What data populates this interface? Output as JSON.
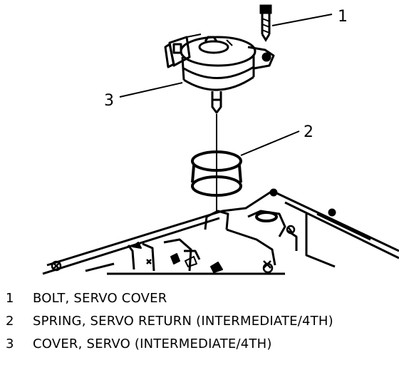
{
  "callouts": {
    "c1": "1",
    "c2": "2",
    "c3": "3"
  },
  "legend": [
    {
      "num": "1",
      "text": "BOLT, SERVO COVER"
    },
    {
      "num": "2",
      "text": "SPRING, SERVO RETURN (INTERMEDIATE/4TH)"
    },
    {
      "num": "3",
      "text": "COVER, SERVO (INTERMEDIATE/4TH)"
    }
  ]
}
